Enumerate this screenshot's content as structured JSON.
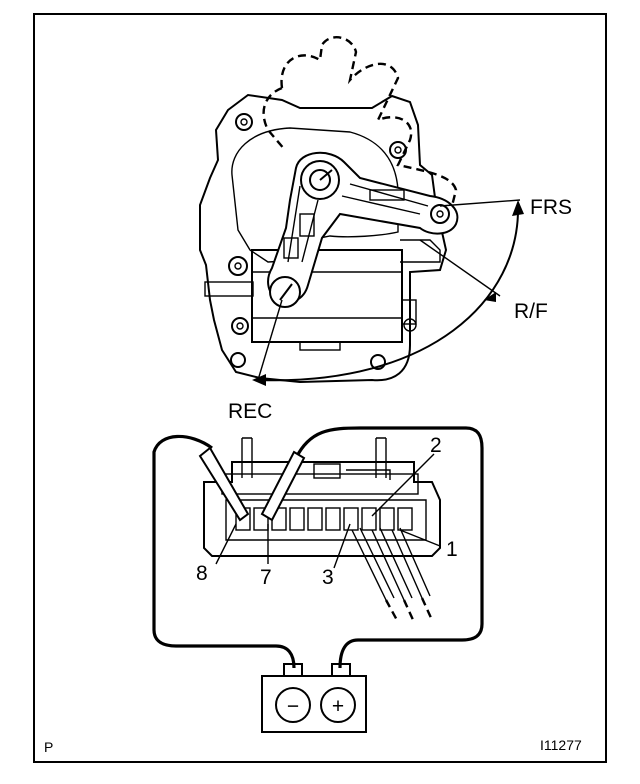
{
  "labels": {
    "frs": "FRS",
    "rf": "R/F",
    "rec": "REC",
    "pin1": "1",
    "pin2": "2",
    "pin3": "3",
    "pin7": "7",
    "pin8": "8"
  },
  "footer": {
    "left": "P",
    "code": "I11277"
  },
  "battery": {
    "negative_symbol": "−",
    "positive_symbol": "+"
  }
}
